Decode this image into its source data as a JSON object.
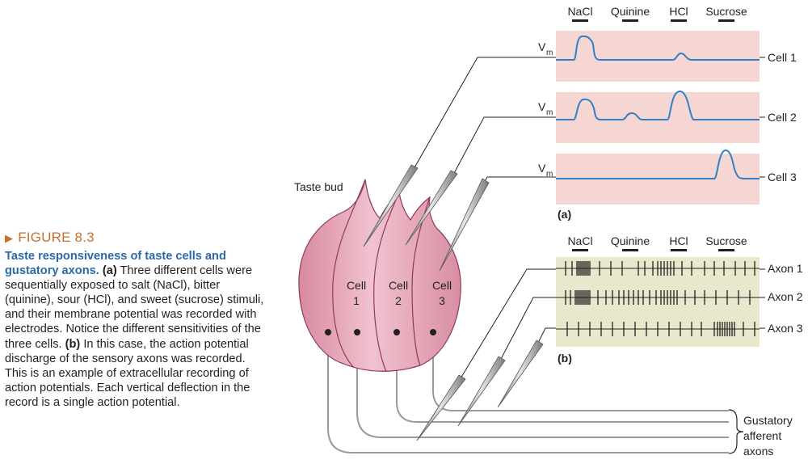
{
  "caption": {
    "figure_label": "FIGURE 8.3",
    "title": "Taste responsiveness of taste cells and gustatory axons.",
    "part_a_marker": "(a)",
    "part_a_text": " Three different cells were sequentially exposed to salt (NaCl), bitter (quinine), sour (HCl), and sweet (sucrose) stimuli, and their membrane potential was recorded with electrodes. Notice the different sensitivities of the three cells. ",
    "part_b_marker": "(b)",
    "part_b_text": " In this case, the action potential discharge of the sensory axons was recorded. This is an example of extracellular recording of action potentials. Each vertical deflection in the record is a single action potential."
  },
  "stimuli": [
    "NaCl",
    "Quinine",
    "HCl",
    "Sucrose"
  ],
  "panel_a": {
    "label": "(a)",
    "vm_label": "V",
    "vm_subscript": "m",
    "cells": [
      "Cell 1",
      "Cell 2",
      "Cell 3"
    ]
  },
  "panel_b": {
    "label": "(b)",
    "axons": [
      "Axon 1",
      "Axon 2",
      "Axon 3"
    ]
  },
  "taste_bud": {
    "label": "Taste bud",
    "cell_word": "Cell",
    "cell_numbers": [
      "1",
      "2",
      "3"
    ]
  },
  "afferent_label": [
    "Gustatory",
    "afferent",
    "axons"
  ],
  "colors": {
    "trace": "#2f80c8",
    "panel_a_bg": "#f6d6d2",
    "panel_b_bg": "#e8e8cc",
    "bud_fill": "#e6a8b9",
    "figure_label": "#c8702c",
    "caption_title": "#2a69a8"
  }
}
